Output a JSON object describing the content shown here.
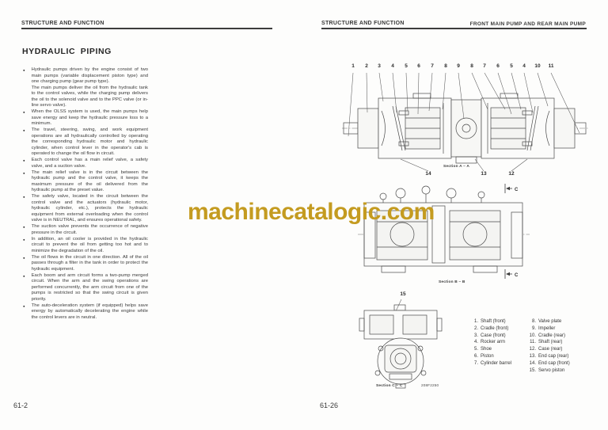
{
  "watermark": {
    "text": "machinecatalogic.com",
    "color": "#c49b20"
  },
  "page_left": {
    "header": "STRUCTURE AND FUNCTION",
    "title": "HYDRAULIC PIPING",
    "page_number": "61-2",
    "bullets": [
      "Hydraulic pumps driven by the engine consist of two main pumps (variable displacement piston type) and one charging pump (gear pump type).\nThe main pumps deliver the oil from the hydraulic tank to the control valves, while the charging pump delivers the oil to the solenoid valve and to the PPC valve (or in-line servo valve).",
      "When the OLSS system is used, the main pumps help save energy and keep the hydraulic pressure loss to a minimum.",
      "The travel, steering, swing, and work equipment operations are all hydraulically controlled by operating the corresponding hydraulic motor and hydraulic cylinder, when control lever in the operator's cab is operated to change the oil flow in circuit.",
      "Each control valve has a main relief valve, a safety valve, and a suction valve.",
      "The main relief valve is in the circuit between the hydraulic pump and the control valve, it keeps the maximum pressure of the oil delivered from the hydraulic pump at the preset value.",
      "The safety valve, located in the circuit between the control valve and the actuators (hydraulic motor, hydraulic cylinder, etc.), protects the hydraulic equipment from external overloading when the control valve is in NEUTRAL, and ensures operational safety.",
      "The suction valve prevents the occurrence of negative pressure in the circuit.",
      "In addition, an oil cooler is provided in the hydraulic circuit to prevent the oil from getting too hot and to minimize the degradation of the oil.",
      "The oil flows in the circuit in one direction. All of the oil passes through a filter in the tank in order to protect the hydraulic equipment.",
      "Each boom and arm circuit forms a two-pump merged circuit. When the arm and the swing operations are performed concurrently, the arm circuit from one of the pumps is restricted so that the swing circuit is given priority.",
      "The auto-deceleration system (if equipped) helps save energy by automatically decelerating the engine while the control levers are in neutral."
    ]
  },
  "page_right": {
    "header": "STRUCTURE AND FUNCTION",
    "header_right": "FRONT MAIN PUMP AND REAR MAIN PUMP",
    "page_number": "61-26",
    "figure_code": "208F2250",
    "section_a": {
      "label": "Section A – A",
      "callouts_top": [
        "1",
        "2",
        "3",
        "4",
        "5",
        "6",
        "7",
        "8",
        "9",
        "8",
        "7",
        "6",
        "5",
        "4",
        "10",
        "11"
      ],
      "callouts_bottom": [
        "14",
        "13",
        "12"
      ]
    },
    "section_b": {
      "label": "Section B – B",
      "plane_marks": [
        "C",
        "C"
      ]
    },
    "section_c": {
      "label": "Section C – C",
      "callout": "15"
    },
    "parts": [
      {
        "no": "1.",
        "name": "Shaft (front)"
      },
      {
        "no": "2.",
        "name": "Cradle (front)"
      },
      {
        "no": "3.",
        "name": "Case (front)"
      },
      {
        "no": "4.",
        "name": "Rocker arm"
      },
      {
        "no": "5.",
        "name": "Shoe"
      },
      {
        "no": "6.",
        "name": "Piston"
      },
      {
        "no": "7.",
        "name": "Cylinder barrel"
      },
      {
        "no": "8.",
        "name": "Valve plate"
      },
      {
        "no": "9.",
        "name": "Impeller"
      },
      {
        "no": "10.",
        "name": "Cradle (rear)"
      },
      {
        "no": "11.",
        "name": "Shaft (rear)"
      },
      {
        "no": "12.",
        "name": "Case (rear)"
      },
      {
        "no": "13.",
        "name": "End cap (rear)"
      },
      {
        "no": "14.",
        "name": "End cap (front)"
      },
      {
        "no": "15.",
        "name": "Servo piston"
      }
    ]
  }
}
